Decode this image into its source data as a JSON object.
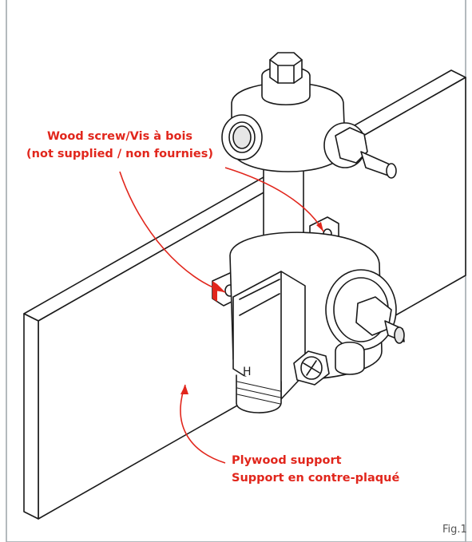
{
  "figure": {
    "label": "Fig.1",
    "colors": {
      "frame": "#a9b0b4",
      "callout": "#e1261c",
      "line": "#1a1a1a"
    }
  },
  "callouts": {
    "wood_screw": {
      "line1": "Wood screw/Vis à bois",
      "line2": "(not supplied / non fournies)"
    },
    "plywood": {
      "line1": "Plywood support",
      "line2": "Support en contre-plaqué"
    }
  },
  "valve_marking": "H"
}
